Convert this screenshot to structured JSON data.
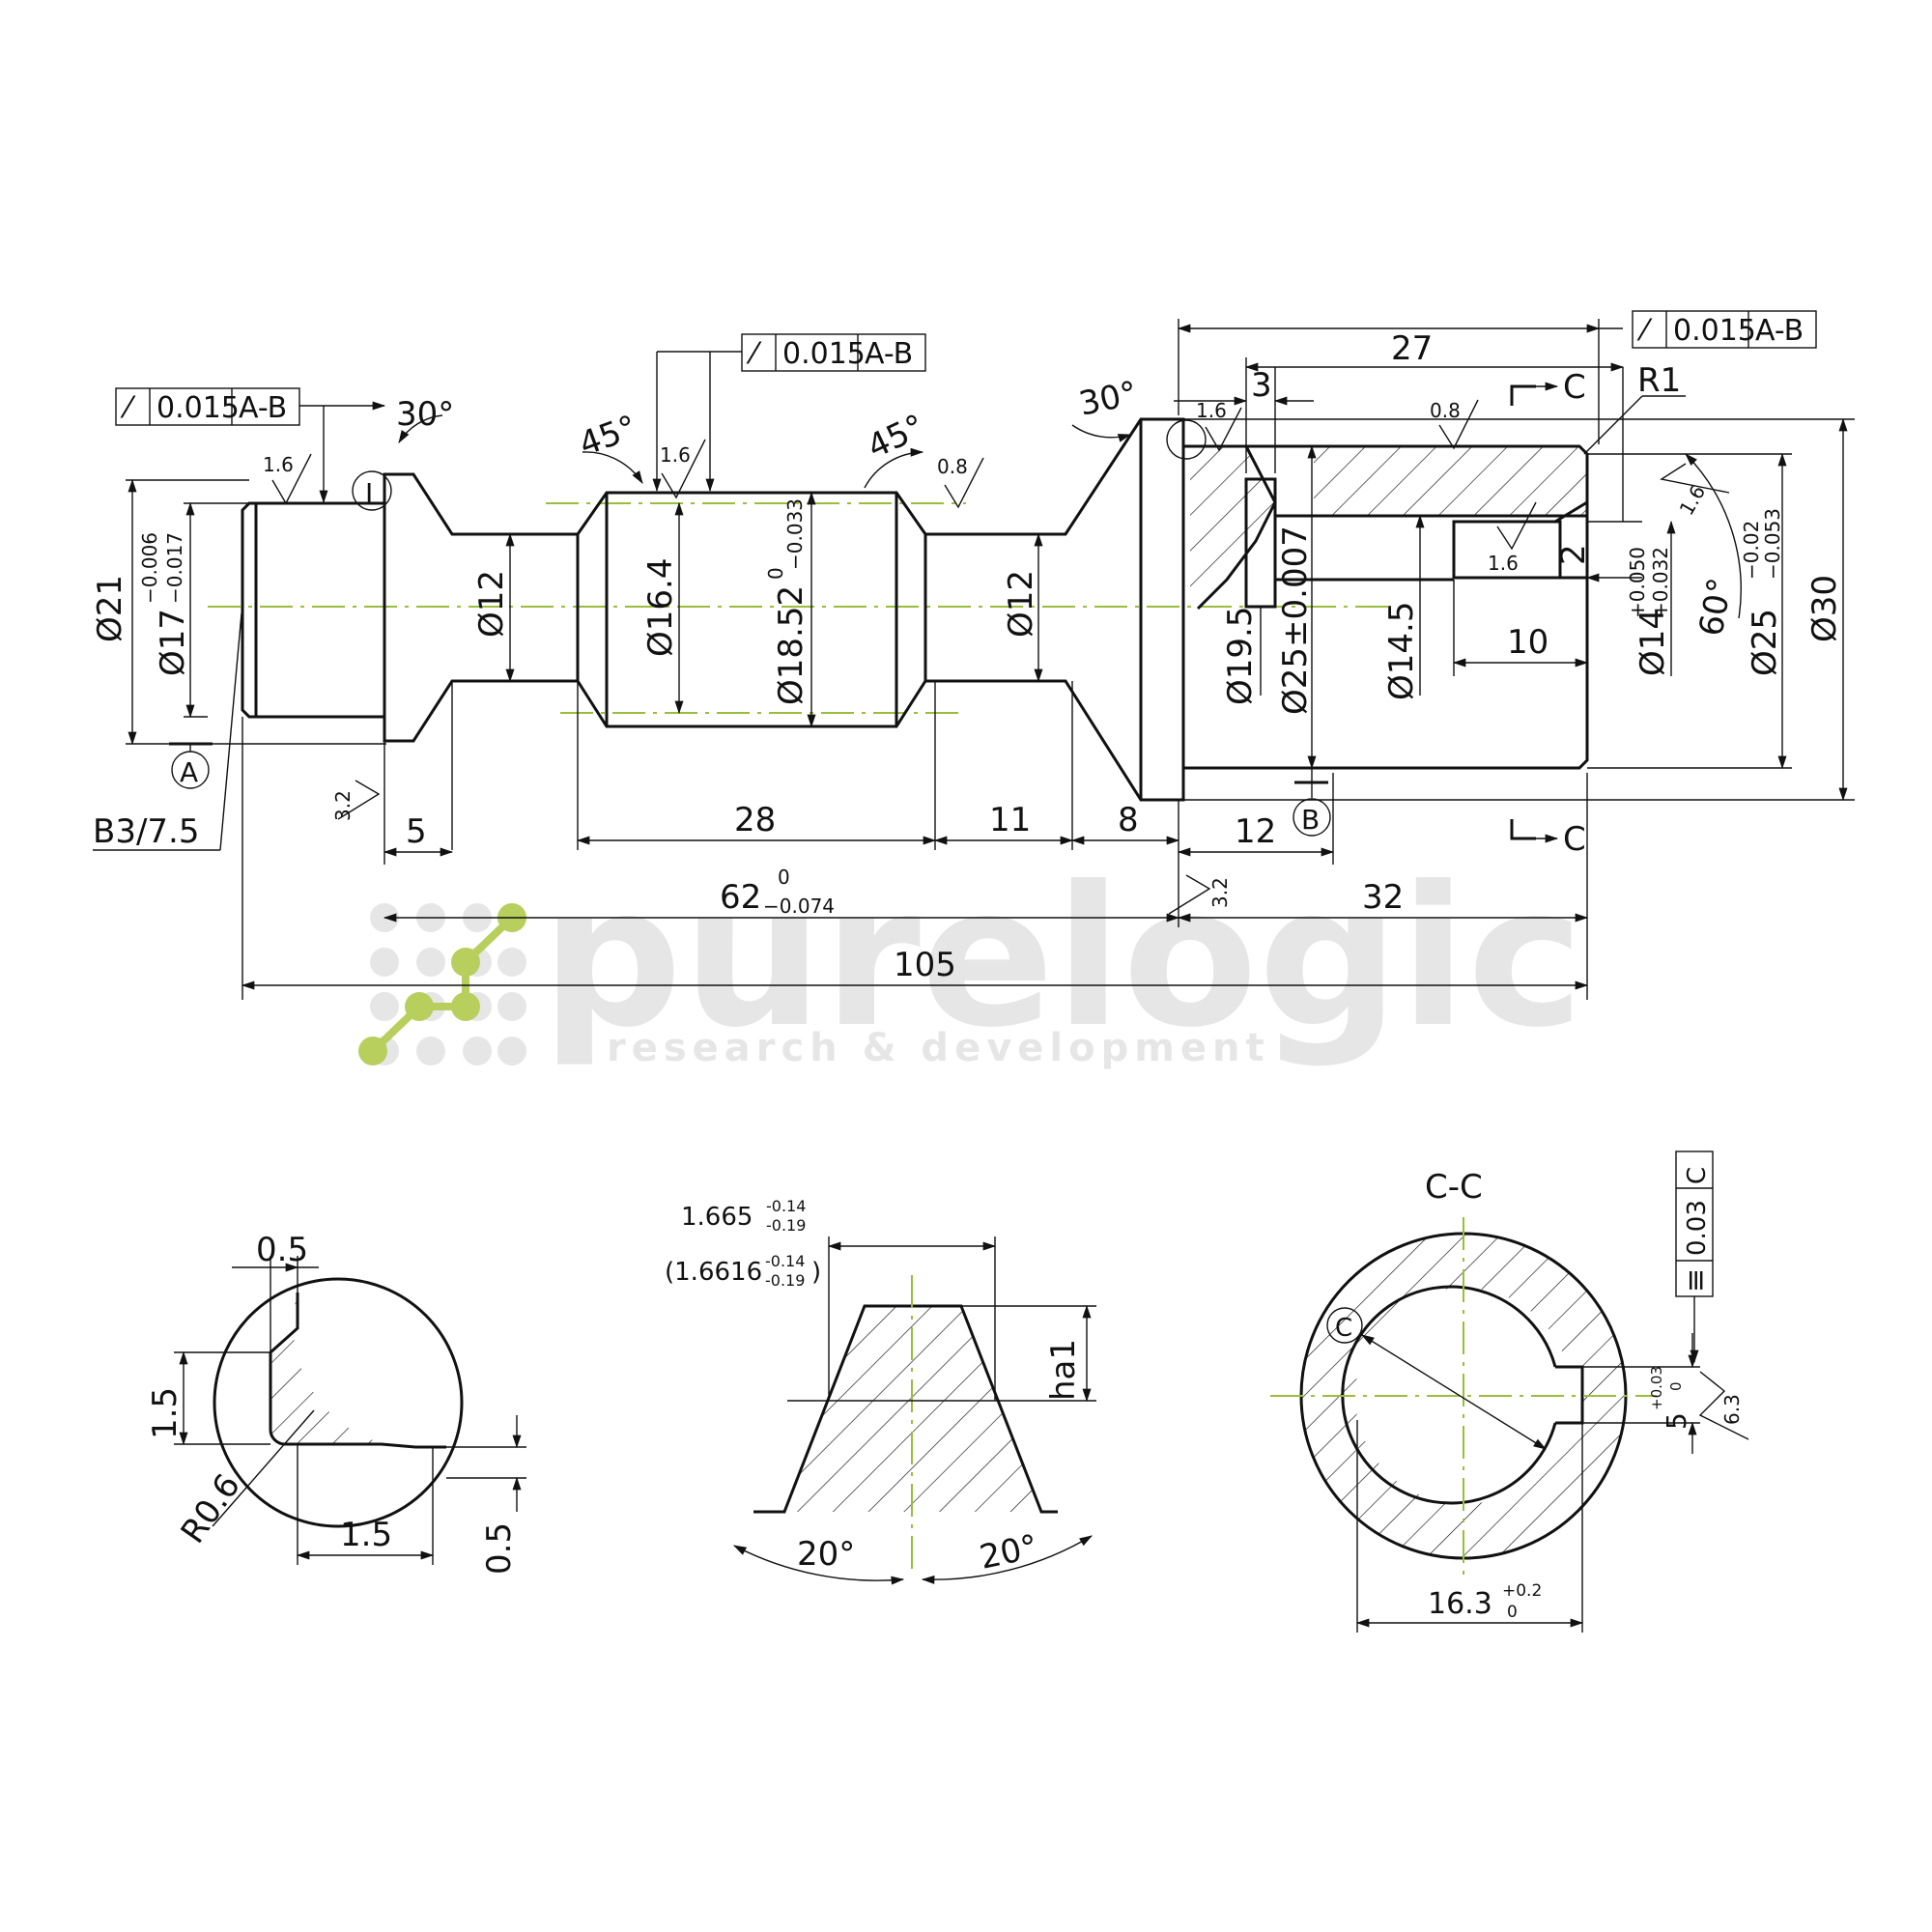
{
  "watermark": {
    "brand": "purelogic",
    "tagline": "research & development",
    "colors": {
      "text": "#e6e6e6",
      "accent": "#b8cf5e"
    }
  },
  "feature_frames": [
    {
      "id": "fcf-left",
      "symbol": "runout",
      "tolerance": "0.015",
      "datum": "A-B"
    },
    {
      "id": "fcf-center",
      "symbol": "runout",
      "tolerance": "0.015",
      "datum": "A-B"
    },
    {
      "id": "fcf-right",
      "symbol": "runout",
      "tolerance": "0.015",
      "datum": "A-B"
    },
    {
      "id": "fcf-symmetry",
      "symbol": "symmetry",
      "tolerance": "0.03",
      "datum": "C"
    }
  ],
  "datums": {
    "a": "A",
    "b": "B",
    "section_cut": "C",
    "section_circle": "C"
  },
  "section_title": "C-C",
  "detail_marker": "I",
  "dimensions": {
    "d21": "Ø21",
    "d17_base": "Ø17",
    "d17_tol_upper": "−0.006",
    "d17_tol_lower": "−0.017",
    "d12_left": "Ø12",
    "d16_4": "Ø16.4",
    "d18_52_base": "Ø18.52",
    "d18_52_tol_upper": "0",
    "d18_52_tol_lower": "−0.033",
    "d12_right": "Ø12",
    "d19_5": "Ø19.5",
    "d25_pm": "Ø25±0.007",
    "d14_5": "Ø14.5",
    "d14_base": "Ø14",
    "d14_tol_upper": "+0.050",
    "d14_tol_lower": "+0.032",
    "d25_base": "Ø25",
    "d25_tol_upper": "−0.02",
    "d25_tol_lower": "−0.053",
    "d30": "Ø30",
    "len_5": "5",
    "len_28": "28",
    "len_11": "11",
    "len_8": "8",
    "len_12": "12",
    "len_62_base": "62",
    "len_62_tol_upper": "0",
    "len_62_tol_lower": "−0.074",
    "len_32": "32",
    "len_105": "105",
    "len_27": "27",
    "len_3": "3",
    "len_10": "10",
    "len_2": "2",
    "radius_r1": "R1",
    "center_hole": "B3/7.5",
    "angle_30_left": "30°",
    "angle_45_left": "45°",
    "angle_45_right": "45°",
    "angle_30_right": "30°",
    "angle_60": "60°"
  },
  "roughness": {
    "r1_6_a": "1.6",
    "r1_6_b": "1.6",
    "r0_8_a": "0.8",
    "r1_6_c": "1.6",
    "r0_8_b": "0.8",
    "r1_6_d": "1.6",
    "r1_6_e": "1.6",
    "r3_2_a": "3.2",
    "r3_2_b": "3.2",
    "r6_3": "6.3"
  },
  "detail_groove": {
    "w_top": "0.5",
    "h_left": "1.5",
    "radius": "R0.6",
    "w_bottom": "1.5",
    "h_right": "0.5"
  },
  "detail_tooth": {
    "chord_base": "1.665",
    "chord_tol_upper": "-0.14",
    "chord_tol_lower": "-0.19",
    "alt_prefix": "(1.6616",
    "alt_tol_upper": "-0.14",
    "alt_tol_lower": "-0.19",
    "alt_suffix": ")",
    "height": "ha1",
    "angle_left": "20°",
    "angle_right": "20°"
  },
  "section_cc": {
    "bore_base": "16.3",
    "bore_tol_upper": "+0.2",
    "bore_tol_lower": "0",
    "key_base": "5",
    "key_tol_upper": "+0.03",
    "key_tol_lower": "0"
  }
}
